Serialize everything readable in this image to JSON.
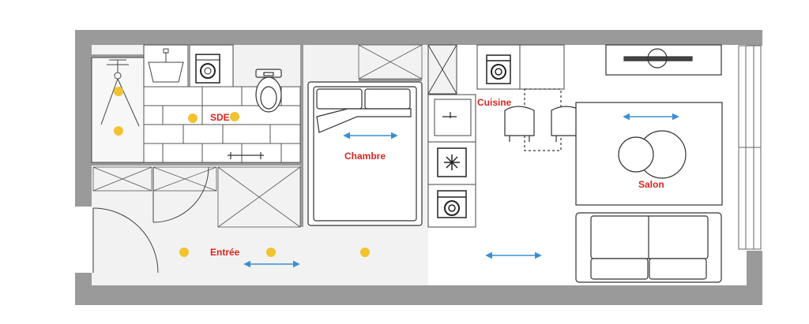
{
  "colors": {
    "wall": "#9a9a9a",
    "floor_light": "#f2f2f2",
    "floor_white": "#ffffff",
    "line": "#333333",
    "tile": "#555555",
    "label": "#d7261e",
    "arrow": "#3b8fd0",
    "light": "#f2c230"
  },
  "rooms": {
    "sde": "SDE",
    "chambre": "Chambre",
    "cuisine": "Cuisine",
    "salon": "Salon",
    "entree": "Entrée"
  }
}
